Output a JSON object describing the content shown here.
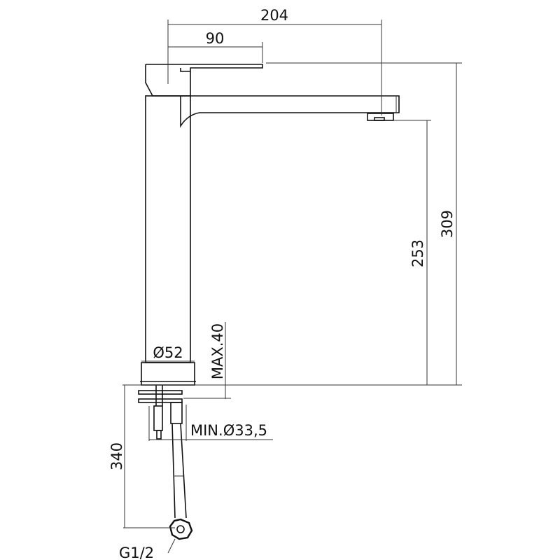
{
  "dimensions": {
    "spout_reach": "204",
    "handle_length": "90",
    "total_height": "309",
    "spout_height": "253",
    "max_counter_thickness": "MAX.40",
    "base_diameter": "Ø52",
    "min_hole_diameter": "MIN.Ø33,5",
    "hose_length": "340",
    "connection_thread": "G1/2"
  }
}
